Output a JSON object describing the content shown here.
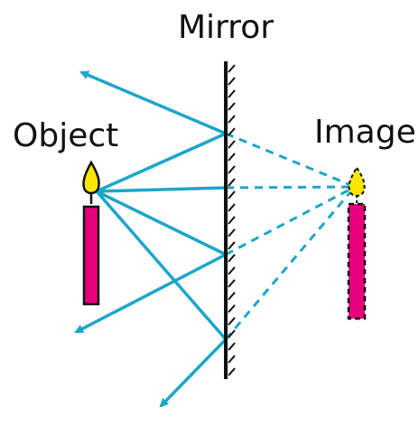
{
  "labels": {
    "mirror": "Mirror",
    "object": "Object",
    "image": "Image"
  },
  "colors": {
    "ray": "#1ca6c9",
    "candle": "#e6007e",
    "flame": "#f7e600",
    "ink": "#111111"
  }
}
